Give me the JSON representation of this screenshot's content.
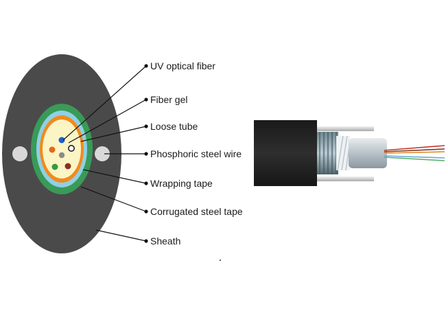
{
  "labels": {
    "uv_fiber": "UV optical fiber",
    "fiber_gel": "Fiber gel",
    "loose_tube": "Loose tube",
    "steel_wire": "Phosphoric steel wire",
    "wrapping_tape": "Wrapping tape",
    "corrugated_tape": "Corrugated steel tape",
    "sheath": "Sheath"
  },
  "colors": {
    "sheath": "#4a4a4a",
    "corrugated": "#3a9a58",
    "wrapping": "#8fd0e4",
    "loose_tube": "#f08a1e",
    "gel": "#fbf4c4",
    "steel_wire": "#d8d8d8",
    "line": "#111111",
    "fiber_blue": "#1f5fc8",
    "fiber_orange": "#e06a20",
    "fiber_green": "#2f9d3a",
    "fiber_brown": "#8a2f1e",
    "fiber_gray": "#8a8a8a"
  }
}
